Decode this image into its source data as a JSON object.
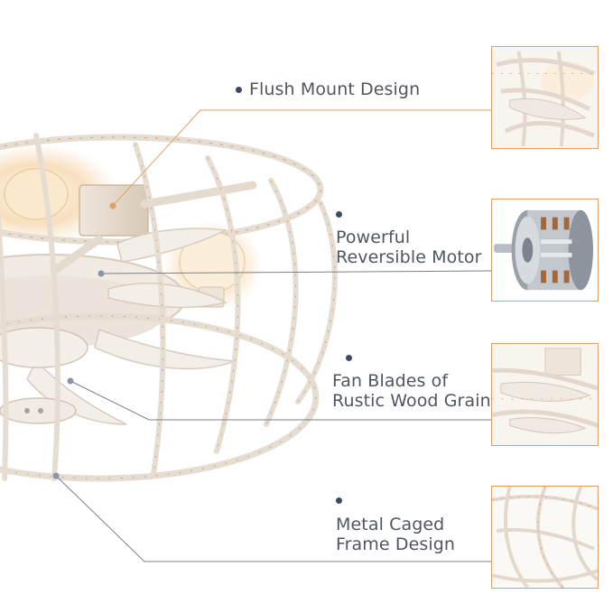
{
  "features": [
    {
      "lines": [
        "Flush Mount Design"
      ],
      "icon": "cage-top-detail"
    },
    {
      "lines": [
        "Powerful",
        "Reversible Motor"
      ],
      "icon": "motor"
    },
    {
      "lines": [
        "Fan Blades of",
        "Rustic Wood Grain"
      ],
      "icon": "fan-blade-detail"
    },
    {
      "lines": [
        "Metal Caged",
        "Frame Design"
      ],
      "icon": "metal-cage-detail"
    }
  ],
  "colors": {
    "text": "#4e5661",
    "dot": "#3b4a66",
    "leader_line": "#d9a06a",
    "cage": "#e6ddd2",
    "cage_rust": "#c9a27c",
    "bulb_glow": "#f6d8ae"
  }
}
